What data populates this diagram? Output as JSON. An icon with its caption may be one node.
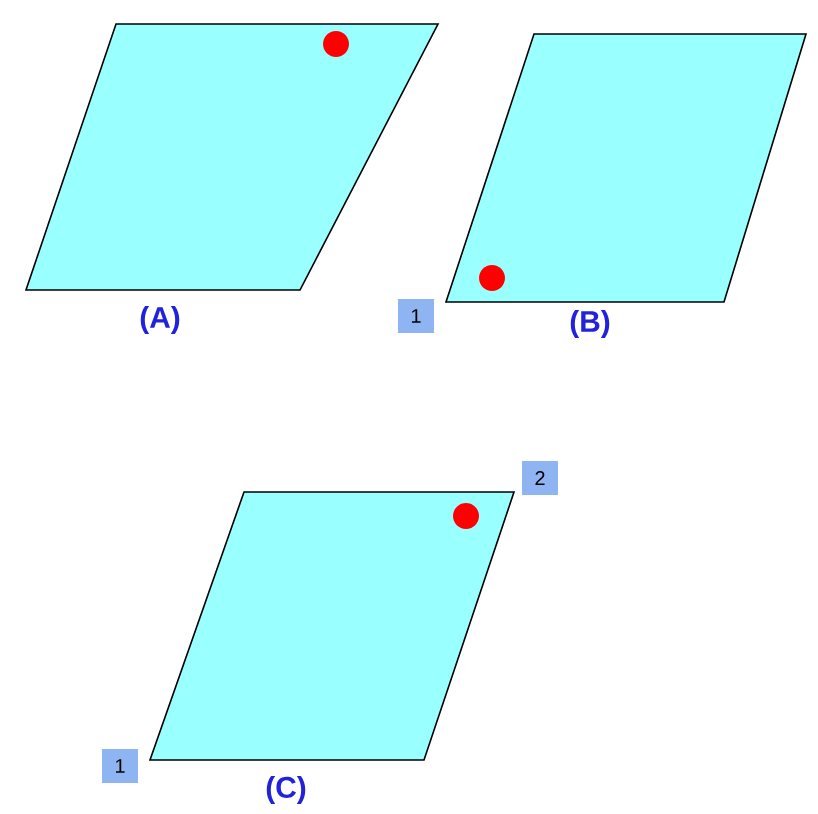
{
  "diagram": {
    "nodes": [
      {
        "text": [],
        "shape": "parallelogram",
        "beside": [
          "(A)"
        ]
      },
      {
        "text": [],
        "shape": "parallelogram",
        "beside": [
          "(B)"
        ]
      },
      {
        "text": [
          "1"
        ]
      },
      {
        "text": [
          "2"
        ]
      },
      {
        "text": [],
        "shape": "parallelogram",
        "beside": [
          "(C)"
        ]
      },
      {
        "text": [
          "1"
        ]
      }
    ]
  }
}
